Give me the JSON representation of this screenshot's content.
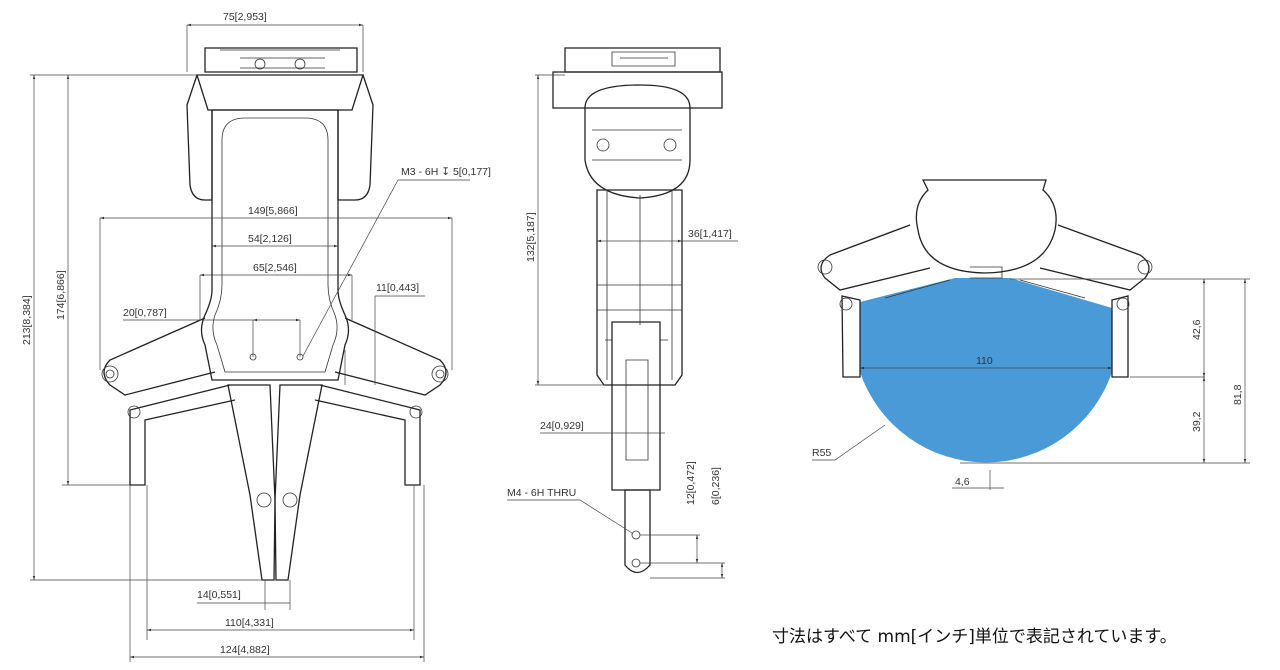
{
  "front_view": {
    "overall_width": "75[2,953]",
    "overall_height": "213[8,384]",
    "body_height": "174[6,866]",
    "span_149": "149[5,866]",
    "span_54": "54[2,126]",
    "span_65": "65[2,546]",
    "hole_spacing": "20[0,787]",
    "offset_11": "11[0,443]",
    "thread_callout": "M3 - 6H ↧ 5[0,177]",
    "finger_gap": "14[0,551]",
    "span_110": "110[4,331]",
    "span_124": "124[4,882]"
  },
  "side_view": {
    "height_132": "132[5,187]",
    "width_36": "36[1,417]",
    "width_24": "24[0,929]",
    "thread_callout": "M4 - 6H THRU",
    "dim_12": "12[0,472]",
    "dim_6": "6[0,236]"
  },
  "grip_view": {
    "width": "110",
    "dim_42_6": "42,6",
    "dim_81_8": "81,8",
    "dim_39_2": "39,2",
    "radius": "R55",
    "offset": "4,6",
    "fill_color": "#4a9ad8"
  },
  "footer_note": "寸法はすべて mm[インチ]単位で表記されています。"
}
